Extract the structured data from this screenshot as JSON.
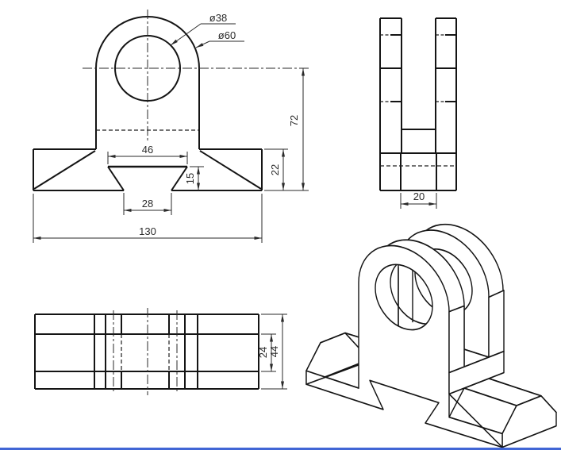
{
  "drawing": {
    "title": "clevis-bracket-engineering-drawing",
    "dimensions": {
      "hole_dia": "ø38",
      "boss_dia": "ø60",
      "slot_top_width": "46",
      "slot_height": "15",
      "slot_bottom_width": "28",
      "base_length": "130",
      "base_thickness": "22",
      "center_height": "72",
      "fork_gap": "20",
      "mid_width": "24",
      "total_depth": "44"
    },
    "colors": {
      "line": "#141414",
      "dimension": "#2a2a2a",
      "background": "#ffffff",
      "bottom_edge_accent": "#4166d5"
    }
  }
}
